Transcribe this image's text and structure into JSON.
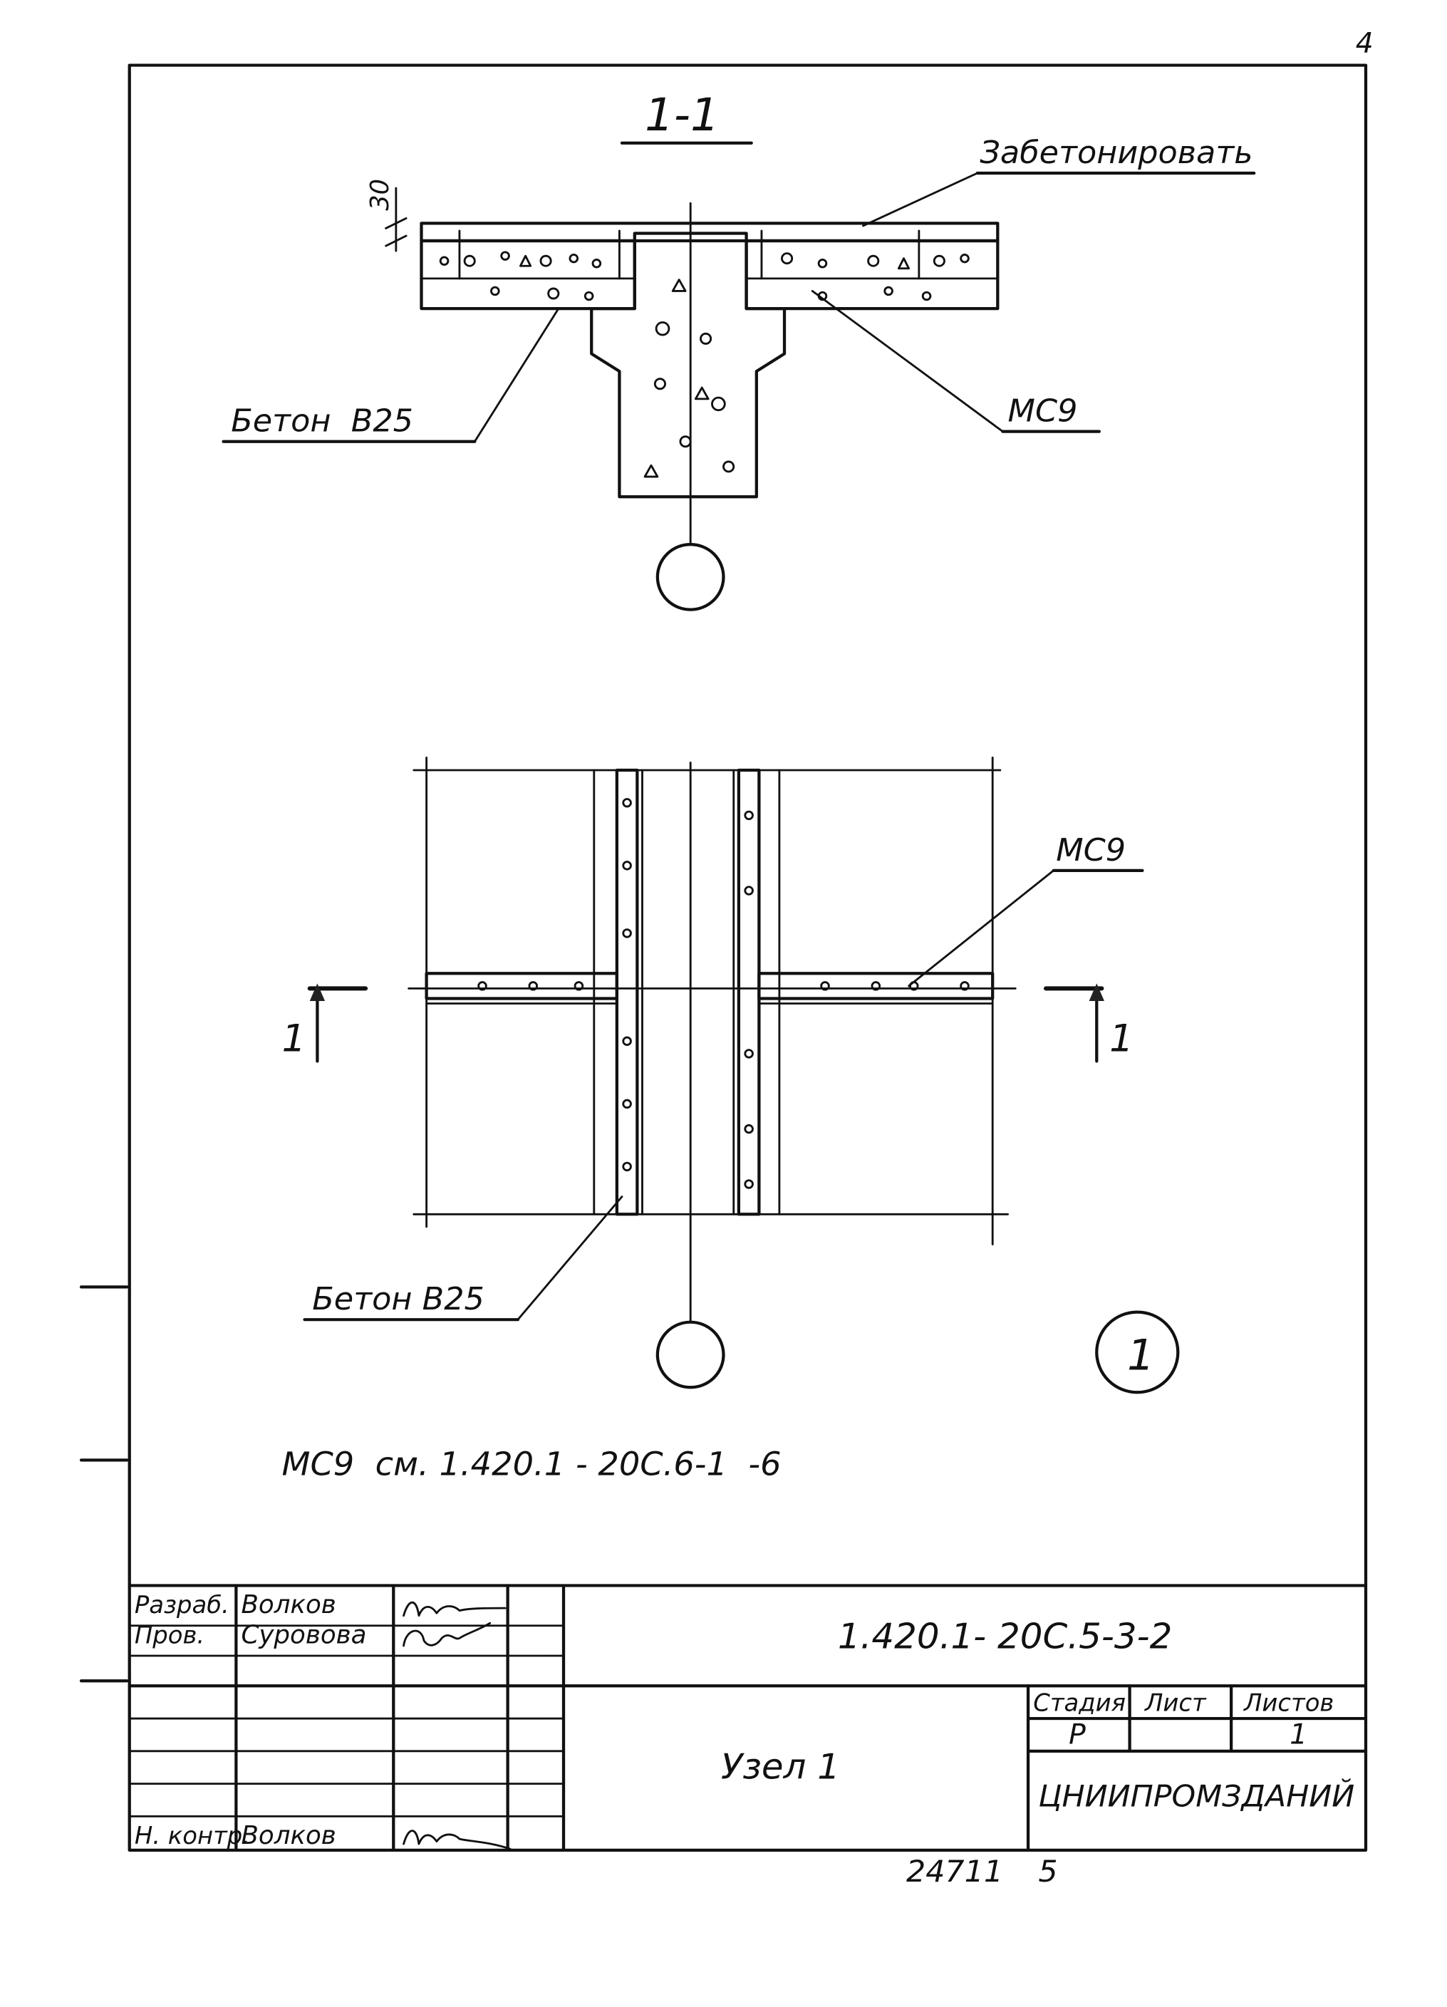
{
  "page_number": "4",
  "section_title": "1-1",
  "dimension": "30",
  "callouts": {
    "top_right": "Забетонировать",
    "section_left": "Бетон  В25",
    "section_right": "МС9",
    "plan_right": "МС9",
    "plan_left": "Бетон В25",
    "node_marker": "1",
    "cut_left": "1",
    "cut_right": "1"
  },
  "note": "МС9  см. 1.420.1 - 20С.6-1  -6",
  "title_block": {
    "roles": [
      "Разраб.",
      "Пров.",
      "Н. контр."
    ],
    "names": [
      "Волков",
      "Суровова",
      "Волков"
    ],
    "code": "1.420.1- 20С.5-3-2",
    "drawing_name": "Узел 1",
    "headers": {
      "stage": "Стадия",
      "sheet": "Лист",
      "sheets": "Листов"
    },
    "stage_value": "Р",
    "sheets_value": "1",
    "organization": "ЦНИИПРОМЗДАНИЙ"
  },
  "footer": {
    "number": "24711",
    "format": "5"
  }
}
